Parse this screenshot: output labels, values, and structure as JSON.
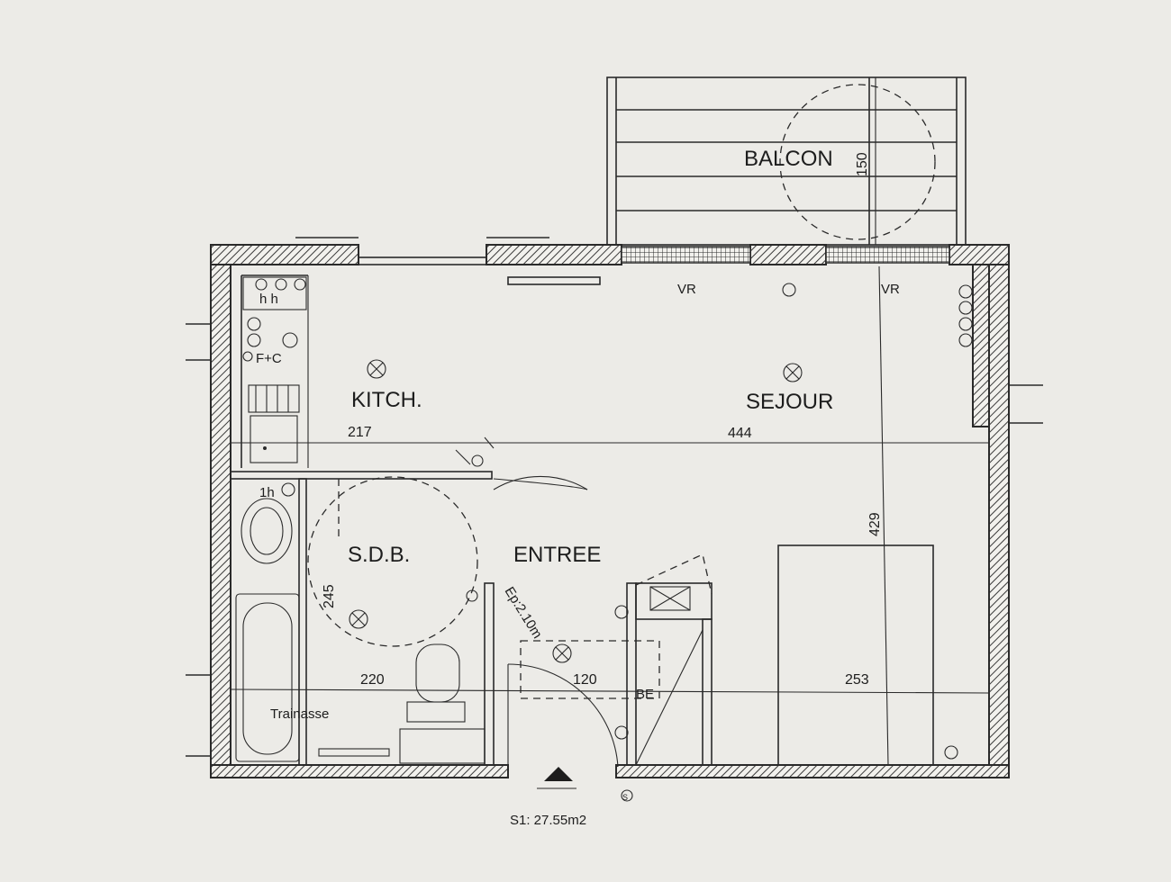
{
  "rooms": {
    "balcon": "BALCON",
    "kitchen": "KITCH.",
    "sejour": "SEJOUR",
    "sdb": "S.D.B.",
    "entree": "ENTREE"
  },
  "dimensions": {
    "balcon_depth": "150",
    "kitchen_width": "217",
    "sejour_width": "444",
    "sejour_depth": "429",
    "sdb_width": "220",
    "sdb_height": "245",
    "entree_width": "120",
    "bedroom_width": "253"
  },
  "labels": {
    "vr_left": "VR",
    "vr_right": "VR",
    "kitchen_hotplates": "h h",
    "kitchen_fridge": "F+C",
    "bath_outlet": "1h",
    "stair": "Ep:2.10m",
    "be": "BE",
    "trainasse": "Trainasse",
    "surface": "S1: 27.55m2",
    "entry_marker": "S"
  }
}
